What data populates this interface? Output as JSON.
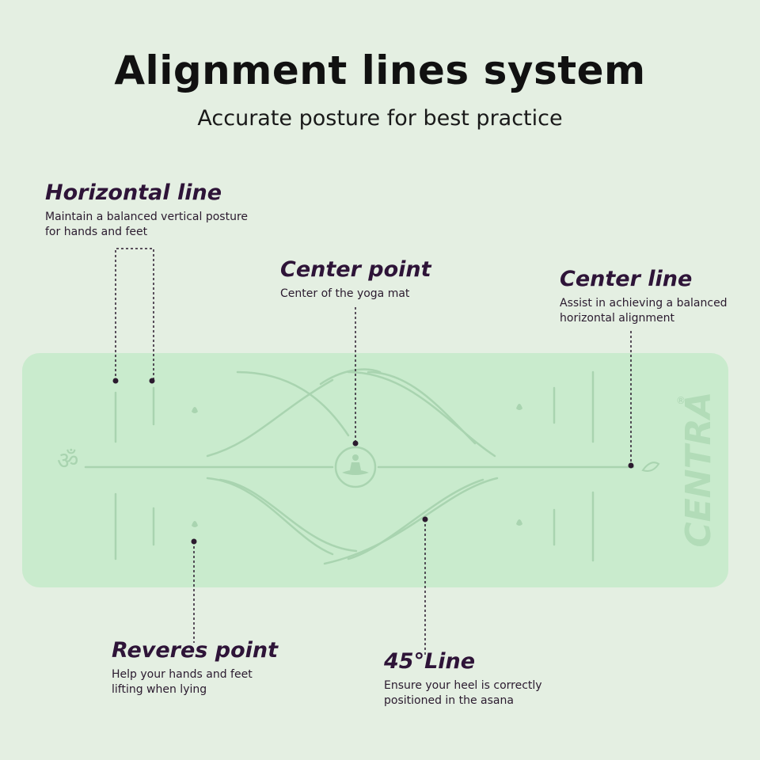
{
  "title": "Alignment lines system",
  "subtitle": "Accurate posture for best practice",
  "callouts": {
    "horizontal_line": {
      "title": "Horizontal line",
      "desc_line1": "Maintain a balanced vertical posture",
      "desc_line2": "for hands and feet"
    },
    "center_point": {
      "title": "Center point",
      "desc_line1": "Center of the yoga mat"
    },
    "center_line": {
      "title": "Center line",
      "desc_line1": "Assist in achieving a balanced",
      "desc_line2": "horizontal alignment"
    },
    "reverse_point": {
      "title": "Reveres point",
      "desc_line1": "Help your hands and feet",
      "desc_line2": "lifting when lying"
    },
    "line_45": {
      "title": "45°Line",
      "desc_line1": "Ensure your heel is correctly",
      "desc_line2": "positioned in the asana"
    }
  },
  "brand": {
    "name": "CENTRA",
    "registered_mark": "®"
  },
  "colors": {
    "background": "#e4efe2",
    "mat": "#c9ebcd",
    "mat_lines": "#a9d4b0",
    "callout_title": "#2e1438",
    "leader": "#2b1a2e"
  },
  "icons": [
    "om-symbol-icon",
    "lotus-icon",
    "meditation-figure-icon",
    "leaf-icon"
  ]
}
